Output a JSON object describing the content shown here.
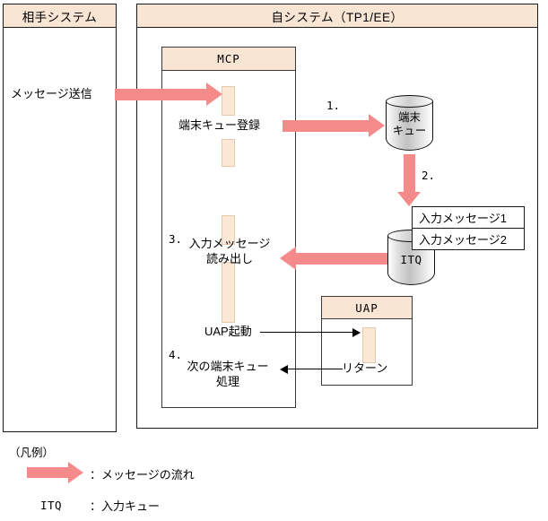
{
  "colors": {
    "arrow_pink": "#F58A8A",
    "header_fill": "#F8E5D4",
    "activation_fill": "#FBE8D6",
    "border": "#1a1a1a",
    "background": "#ffffff"
  },
  "systems": {
    "remote": {
      "title": "相手システム"
    },
    "local": {
      "title": "自システム（TP1/EE）"
    }
  },
  "components": {
    "mcp": {
      "title": "MCP"
    },
    "uap": {
      "title": "UAP"
    }
  },
  "queues": {
    "terminal_queue": {
      "label": "端末\nキュー"
    },
    "itq": {
      "label": "ITQ"
    }
  },
  "messages": [
    {
      "label": "入力メッセージ1"
    },
    {
      "label": "入力メッセージ2"
    }
  ],
  "steps": {
    "s1": "1.",
    "s2": "2.",
    "s3": "3.",
    "s4": "4."
  },
  "labels": {
    "send_message": "メッセージ送信",
    "terminal_queue_register": "端末キュー登録",
    "read_input_message": "入力メッセージ\n読み出し",
    "uap_start": "UAP起動",
    "uap_return": "リターン",
    "next_terminal_queue": "次の端末キュー\n処理"
  },
  "legend": {
    "title": "（凡例）",
    "arrow_meaning": "：メッセージの流れ",
    "itq_key": "ITQ",
    "itq_meaning": "：入力キュー"
  }
}
